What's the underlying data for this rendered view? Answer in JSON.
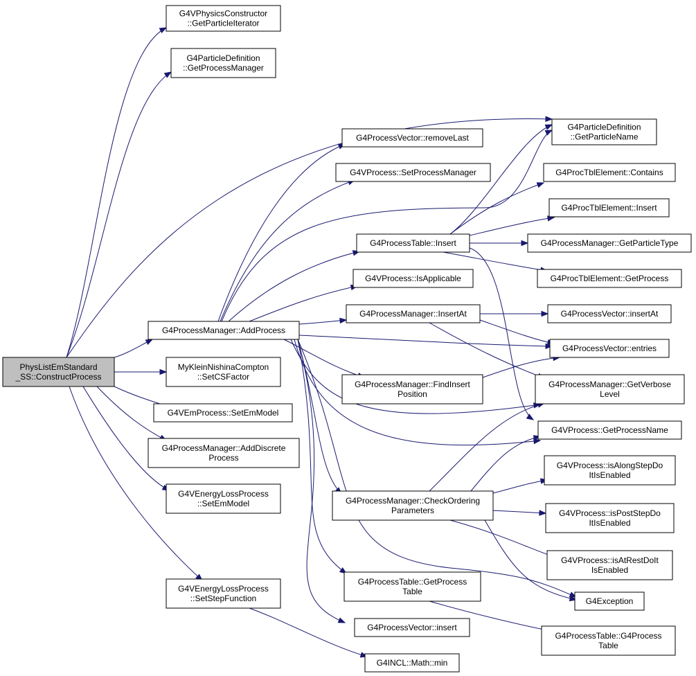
{
  "colors": {
    "edge": "#191970",
    "root_fill": "#bfbfbf",
    "node_fill": "#ffffff",
    "node_border": "#000000"
  },
  "nodes": {
    "root": [
      "PhysListEmStandard",
      "_SS::ConstructProcess"
    ],
    "getParticleIterator": [
      "G4VPhysicsConstructor",
      "::GetParticleIterator"
    ],
    "getProcessManager": [
      "G4ParticleDefinition",
      "::GetProcessManager"
    ],
    "addProcess": [
      "G4ProcessManager::AddProcess"
    ],
    "setCSFactor": [
      "MyKleinNishinaCompton",
      "::SetCSFactor"
    ],
    "emSetEmModel": [
      "G4VEmProcess::SetEmModel"
    ],
    "addDiscreteProcess": [
      "G4ProcessManager::AddDiscrete",
      "Process"
    ],
    "elSetEmModel": [
      "G4VEnergyLossProcess",
      "::SetEmModel"
    ],
    "setStepFunction": [
      "G4VEnergyLossProcess",
      "::SetStepFunction"
    ],
    "getParticleName": [
      "G4ParticleDefinition",
      "::GetParticleName"
    ],
    "removeLast": [
      "G4ProcessVector::removeLast"
    ],
    "setProcessManager": [
      "G4VProcess::SetProcessManager"
    ],
    "ptInsert": [
      "G4ProcessTable::Insert"
    ],
    "isApplicable": [
      "G4VProcess::IsApplicable"
    ],
    "pmInsertAt": [
      "G4ProcessManager::InsertAt"
    ],
    "findInsertPosition": [
      "G4ProcessManager::FindInsert",
      "Position"
    ],
    "checkOrdering": [
      "G4ProcessManager::CheckOrdering",
      "Parameters"
    ],
    "getProcessTable": [
      "G4ProcessTable::GetProcess",
      "Table"
    ],
    "pvInsert": [
      "G4ProcessVector::insert"
    ],
    "mathMin": [
      "G4INCL::Math::min"
    ],
    "contains": [
      "G4ProcTblElement::Contains"
    ],
    "pteInsert": [
      "G4ProcTblElement::Insert"
    ],
    "getParticleType": [
      "G4ProcessManager::GetParticleType"
    ],
    "pteGetProcess": [
      "G4ProcTblElement::GetProcess"
    ],
    "pvInsertAt": [
      "G4ProcessVector::insertAt"
    ],
    "entries": [
      "G4ProcessVector::entries"
    ],
    "getVerboseLevel": [
      "G4ProcessManager::GetVerbose",
      "Level"
    ],
    "getProcessName": [
      "G4VProcess::GetProcessName"
    ],
    "isAlongStep": [
      "G4VProcess::isAlongStepDo",
      "ItIsEnabled"
    ],
    "isPostStep": [
      "G4VProcess::isPostStepDo",
      "ItIsEnabled"
    ],
    "isAtRest": [
      "G4VProcess::isAtRestDoIt",
      "IsEnabled"
    ],
    "g4Exception": [
      "G4Exception"
    ],
    "ptConstructor": [
      "G4ProcessTable::G4Process",
      "Table"
    ]
  }
}
